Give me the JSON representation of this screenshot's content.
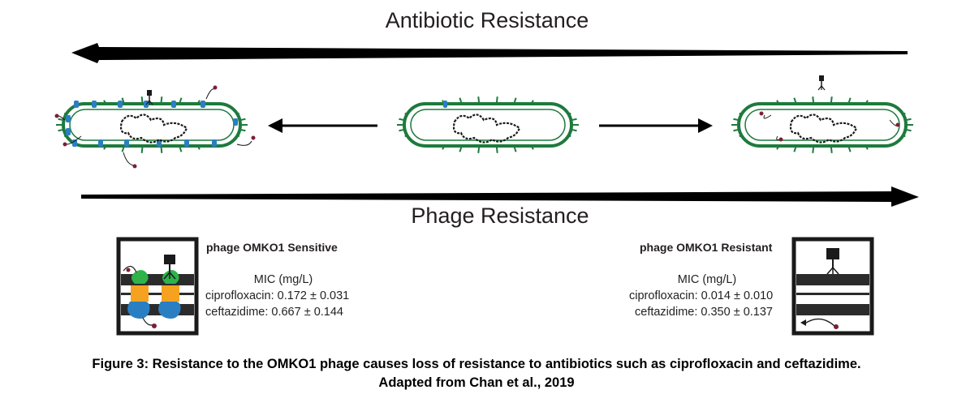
{
  "arrows": {
    "top_label": "Antibiotic Resistance",
    "bottom_label": "Phage Resistance"
  },
  "panels": {
    "sensitive": {
      "title": "phage OMKO1 Sensitive",
      "mic_header": "MIC (mg/L)",
      "cipro": "ciprofloxacin: 0.172 ± 0.031",
      "ceft": "ceftazidime: 0.667 ± 0.144"
    },
    "resistant": {
      "title": "phage OMKO1 Resistant",
      "mic_header": "MIC (mg/L)",
      "cipro": "ciprofloxacin: 0.014 ± 0.010",
      "ceft": "ceftazidime: 0.350 ± 0.137"
    }
  },
  "caption": {
    "line1": "Figure 3: Resistance to the OMKO1 phage causes loss of resistance to antibiotics such as ciprofloxacin and ceftazidime.",
    "line2": "Adapted from Chan et al., 2019"
  },
  "colors": {
    "membrane": "#1d7a3c",
    "pump_blue": "#2a7fc3",
    "pump_green": "#2db34a",
    "pump_orange": "#f4a21f",
    "dot": "#7a1f35",
    "ink": "#1a1a1a"
  }
}
